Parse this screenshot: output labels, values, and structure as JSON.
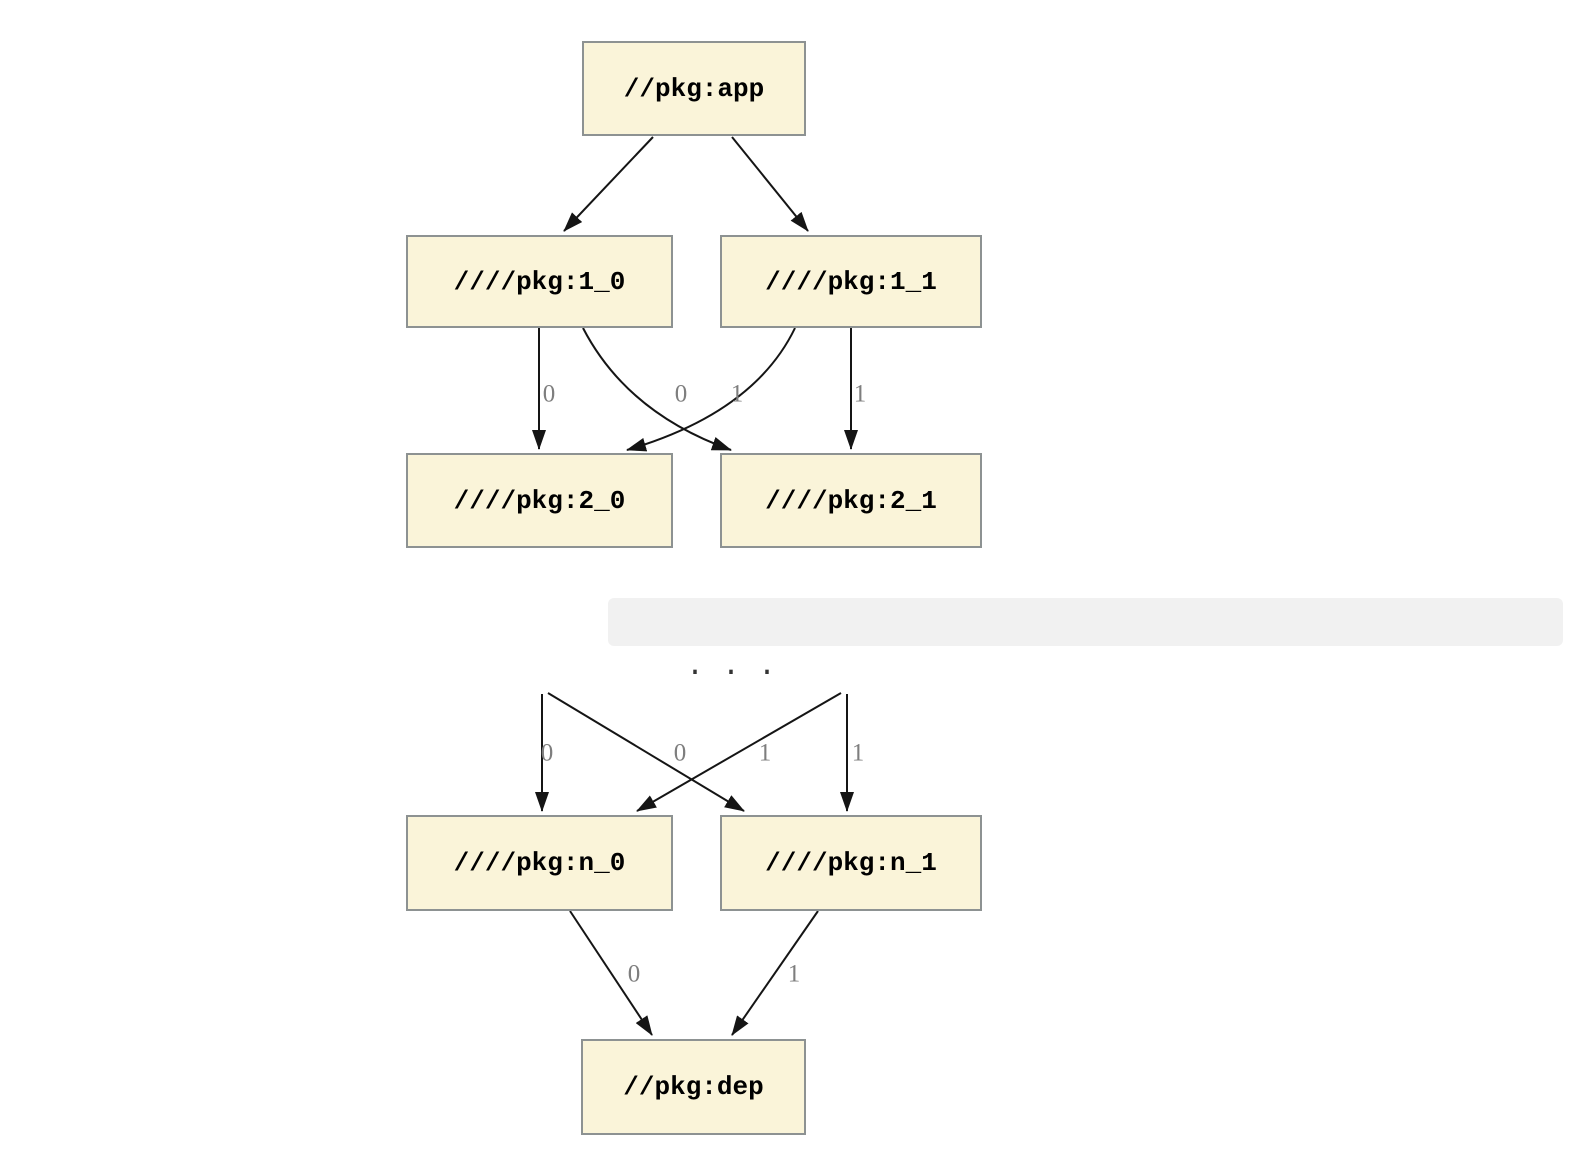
{
  "colors": {
    "node_fill": "#FAF4D9",
    "node_border": "#8D9292",
    "edge": "#151515",
    "edge_label": "#7E7E7E",
    "separator_bg": "#F1F1F1",
    "separator_text": "#333333"
  },
  "graph_top": {
    "nodes": {
      "app": "//pkg:app",
      "level1_0": "////pkg:1_0",
      "level1_1": "////pkg:1_1",
      "level2_0": "////pkg:2_0",
      "level2_1": "////pkg:2_1"
    },
    "edge_labels": {
      "l1_0_to_2_0": "0",
      "l1_1_to_2_0": "0",
      "l1_0_to_2_1": "1",
      "l1_1_to_2_1": "1"
    }
  },
  "separator": {
    "text": ". . ."
  },
  "graph_bottom": {
    "nodes": {
      "n_0": "////pkg:n_0",
      "n_1": "////pkg:n_1",
      "dep": "//pkg:dep"
    },
    "edge_labels": {
      "to_n_0_straight": "0",
      "to_n_0_cross": "0",
      "to_n_1_cross": "1",
      "to_n_1_straight": "1",
      "n_0_to_dep": "0",
      "n_1_to_dep": "1"
    }
  }
}
